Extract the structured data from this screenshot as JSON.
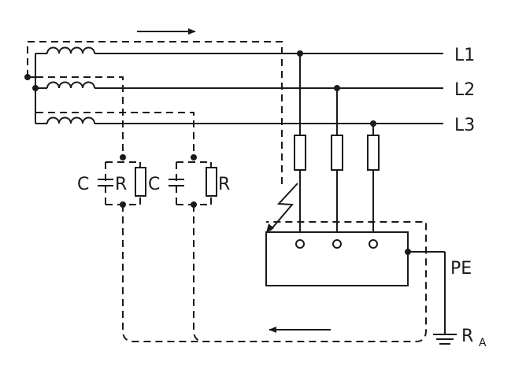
{
  "labels": {
    "phase_1": "L1",
    "phase_2": "L2",
    "phase_3": "L3",
    "capacitor_1": "C",
    "resistor_1": "R",
    "capacitor_2": "C",
    "resistor_2": "R",
    "protective_earth": "PE",
    "earth_resistance_main": "R",
    "earth_resistance_sub": "A"
  }
}
